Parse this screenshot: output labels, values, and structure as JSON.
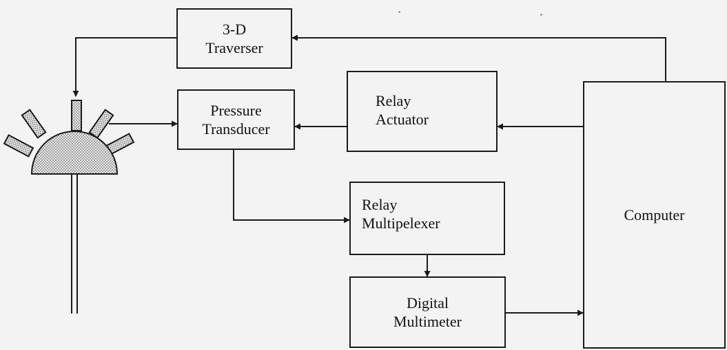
{
  "blocks": {
    "traverser": {
      "line1": "3-D",
      "line2": "Traverser"
    },
    "pressure": {
      "line1": "Pressure",
      "line2": "Transducer"
    },
    "actuator": {
      "line1": "Relay",
      "line2": "Actuator"
    },
    "multiplexer": {
      "line1": "Relay",
      "line2": "Multipelexer"
    },
    "multimeter": {
      "line1": "Digital",
      "line2": "Multimeter"
    },
    "computer": {
      "label": "Computer"
    }
  },
  "colors": {
    "line": "#1a1a1a",
    "background": "#f3f3f3",
    "probe_fill": "#cfcfcf"
  }
}
